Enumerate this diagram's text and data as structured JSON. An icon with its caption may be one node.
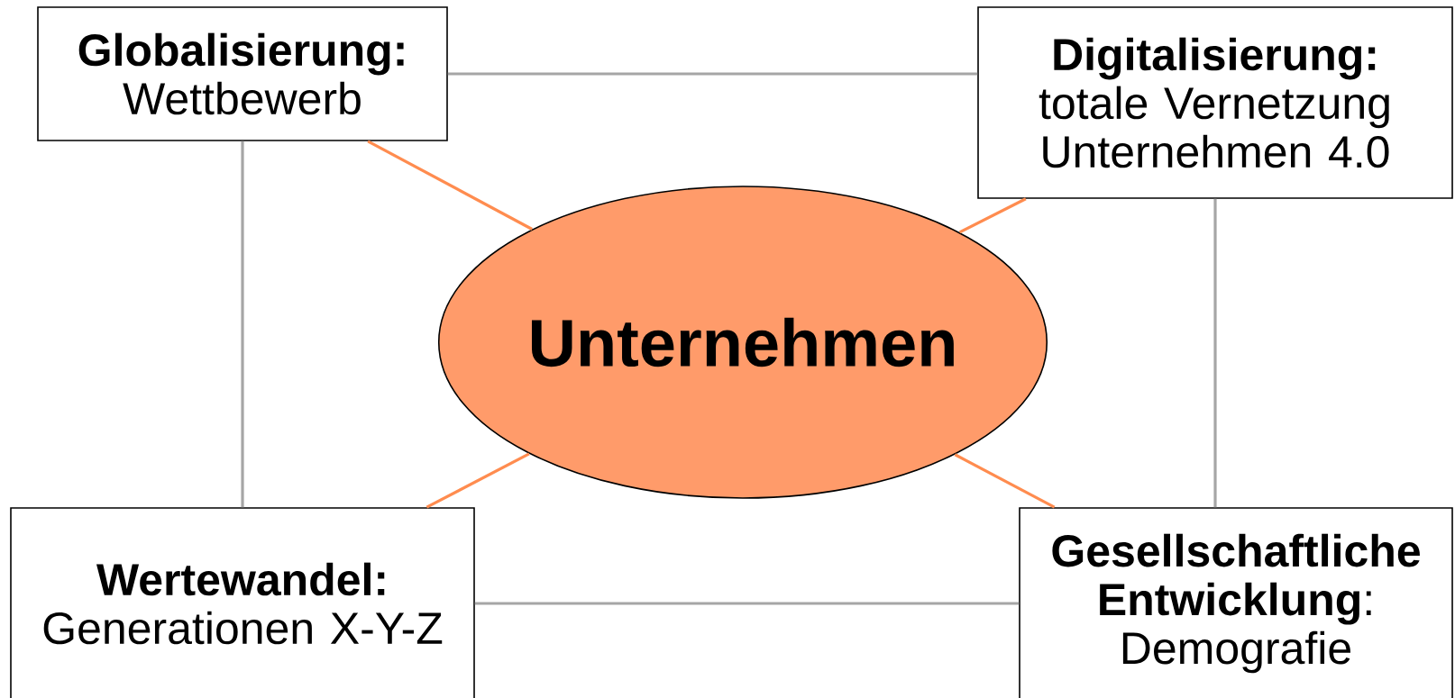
{
  "diagram": {
    "nodes": [
      {
        "text": [
          "Globalisierung:",
          "Wettbewerb"
        ]
      },
      {
        "text": [
          "Digitalisierung:",
          "totale Vernetzung Unternehmen 4.0"
        ]
      },
      {
        "text": [
          "Unternehmen"
        ]
      },
      {
        "text": [
          "Wertewandel:",
          "Generationen X-Y-Z"
        ]
      },
      {
        "text": [
          "**Gesellschaftliche Entwicklung**:",
          "Demografie"
        ]
      }
    ],
    "edges": [
      {
        "from": 0,
        "to": 1,
        "arrow": "none"
      },
      {
        "from": 0,
        "to": 2,
        "arrow": "none",
        "color": "#ff8c4f"
      },
      {
        "from": 1,
        "to": 2,
        "arrow": "none",
        "color": "#ff8c4f"
      },
      {
        "from": 0,
        "to": 3,
        "arrow": "none"
      },
      {
        "from": 1,
        "to": 4,
        "arrow": "none"
      },
      {
        "from": 3,
        "to": 2,
        "arrow": "none",
        "color": "#ff8c4f"
      },
      {
        "from": 4,
        "to": 2,
        "arrow": "none",
        "color": "#ff8c4f"
      },
      {
        "from": 3,
        "to": 4,
        "arrow": "none"
      }
    ]
  }
}
